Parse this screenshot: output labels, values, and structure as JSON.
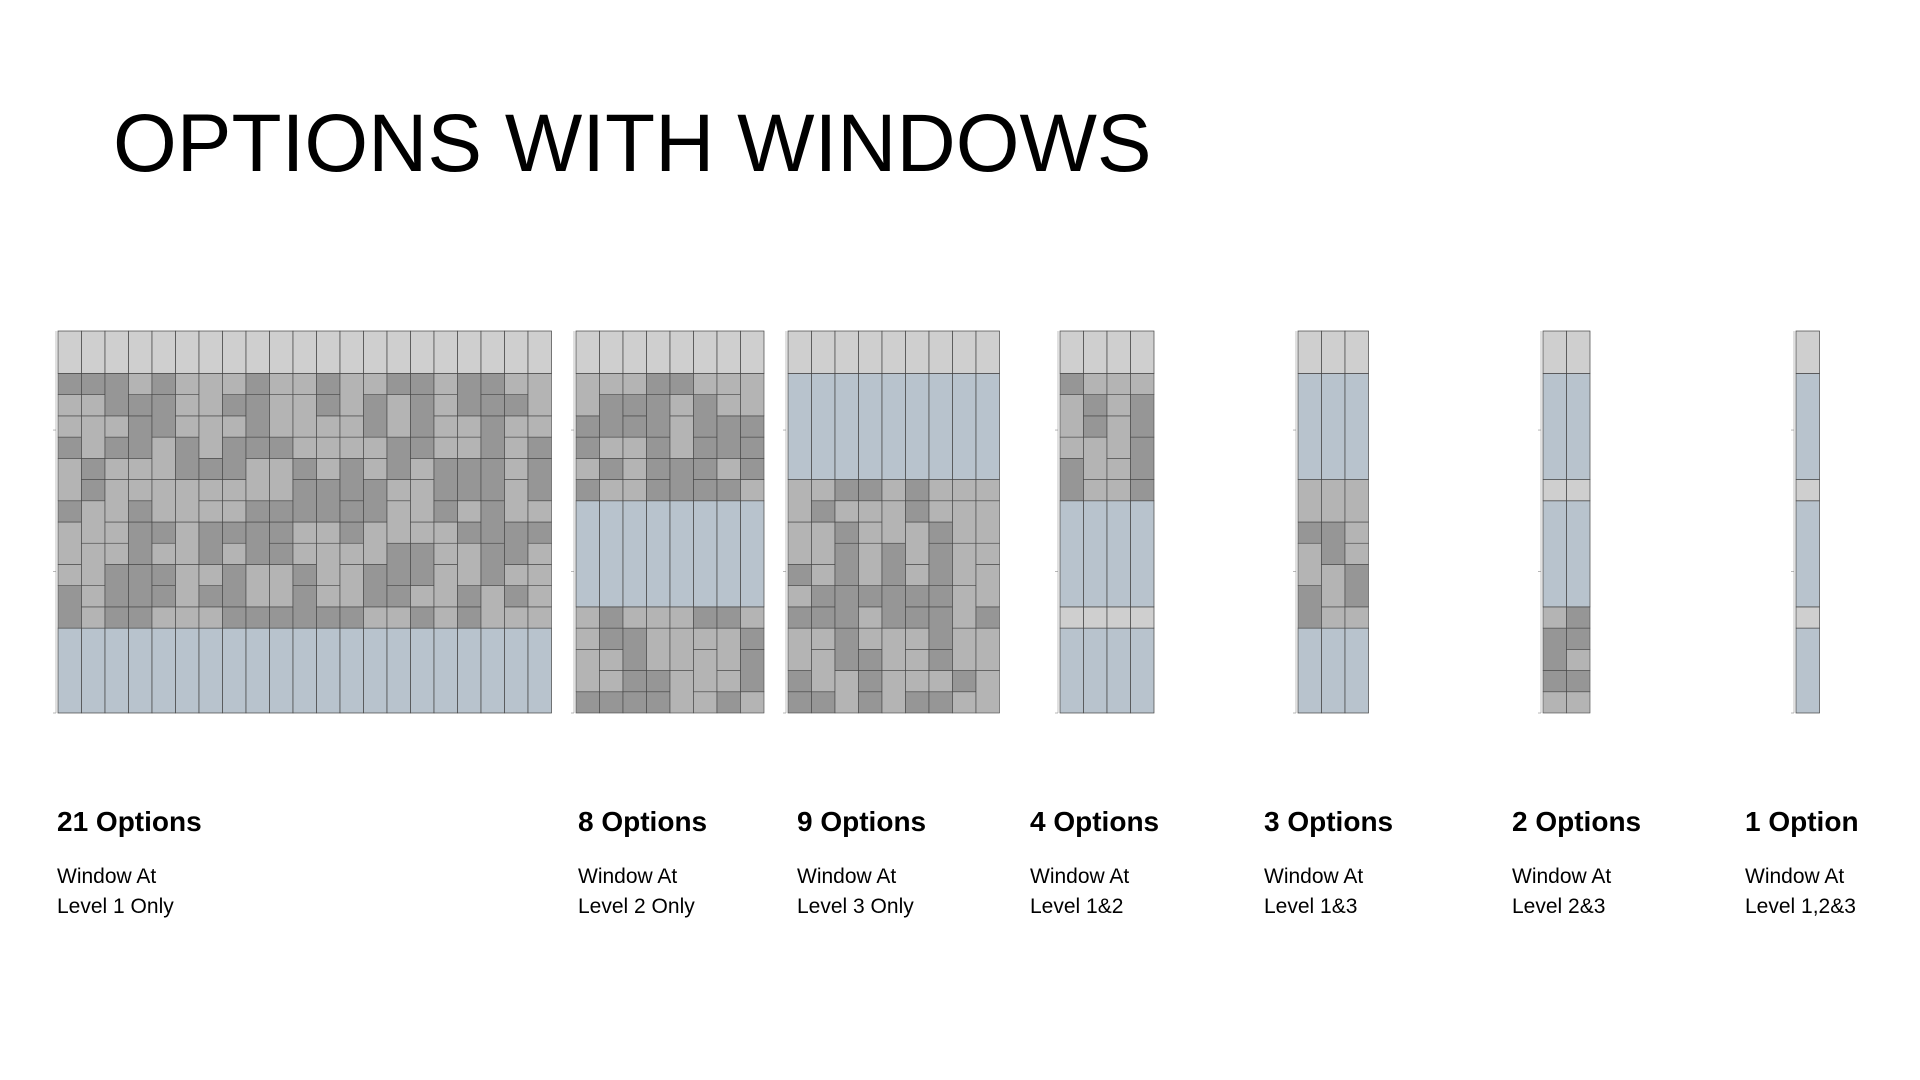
{
  "title": "OPTIONS WITH WINDOWS",
  "colors": {
    "light_block": "#b4b4b4",
    "dark_block": "#969696",
    "window": "#b8c3cd",
    "header_light": "#cfcfcf",
    "grid_line": "#444444"
  },
  "panels": [
    {
      "count": "21 Options",
      "desc_line1": "Window At",
      "desc_line2": "Level 1 Only"
    },
    {
      "count": "8 Options",
      "desc_line1": "Window At",
      "desc_line2": "Level 2 Only"
    },
    {
      "count": "9 Options",
      "desc_line1": "Window At",
      "desc_line2": "Level 3 Only"
    },
    {
      "count": "4 Options",
      "desc_line1": "Window At",
      "desc_line2": "Level 1&2"
    },
    {
      "count": "3 Options",
      "desc_line1": "Window At",
      "desc_line2": "Level 1&3"
    },
    {
      "count": "2 Options",
      "desc_line1": "Window At",
      "desc_line2": "Level 2&3"
    },
    {
      "count": "1 Option",
      "desc_line1": "Window At",
      "desc_line2": "Level 1,2&3"
    }
  ]
}
